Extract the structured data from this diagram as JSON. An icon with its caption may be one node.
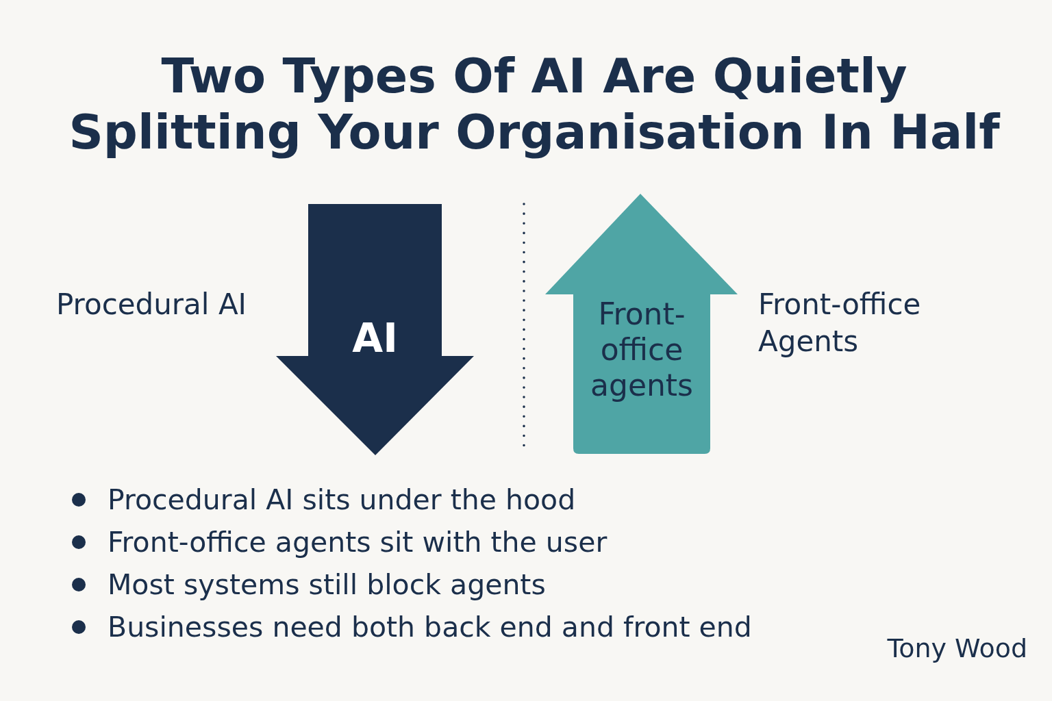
{
  "diagram": {
    "title": "Two Types Of AI Are Quietly Splitting Your Organisation In Half",
    "nodes": [
      {
        "text": [
          "AI"
        ],
        "beside": [
          "Procedural AI"
        ]
      },
      {
        "text": [
          "Front-office agents"
        ],
        "beside": [
          "Front-office Agents"
        ]
      }
    ],
    "labels": [
      "Procedural AI sits under the hood",
      "Front-office agents sit with the user",
      "Most systems still block agents",
      "Businesses need both back end and front end",
      "Tony Wood"
    ]
  }
}
